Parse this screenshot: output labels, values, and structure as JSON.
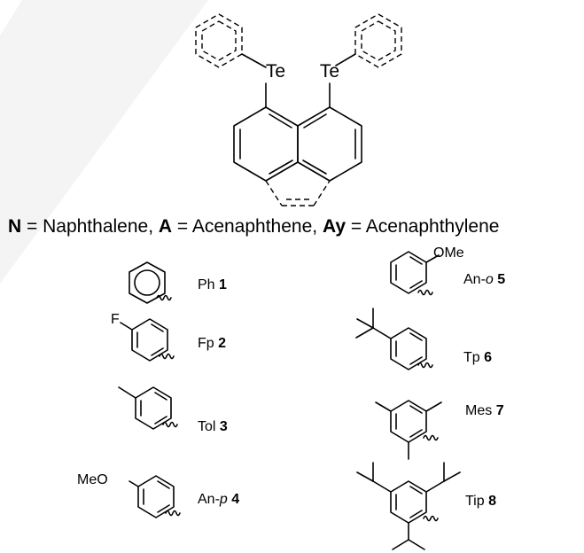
{
  "core": {
    "heteroatom_left": "Te",
    "heteroatom_right": "Te"
  },
  "legend": {
    "n_key": "N",
    "n_text": " = Naphthalene, ",
    "a_key": "A",
    "a_text": " = Acenaphthene, ",
    "ay_key": "Ay",
    "ay_text": " = Acenaphthylene"
  },
  "substituents": [
    {
      "abbr": "Ph",
      "num": "1"
    },
    {
      "abbr": "Fp",
      "num": "2",
      "group": "F"
    },
    {
      "abbr": "Tol",
      "num": "3"
    },
    {
      "abbr_pre": "An-",
      "abbr_ital": "p",
      "num": "4",
      "group": "MeO"
    },
    {
      "abbr_pre": "An-",
      "abbr_ital": "o",
      "num": "5",
      "group": "OMe"
    },
    {
      "abbr": "Tp",
      "num": "6"
    },
    {
      "abbr": "Mes",
      "num": "7"
    },
    {
      "abbr": "Tip",
      "num": "8"
    }
  ]
}
